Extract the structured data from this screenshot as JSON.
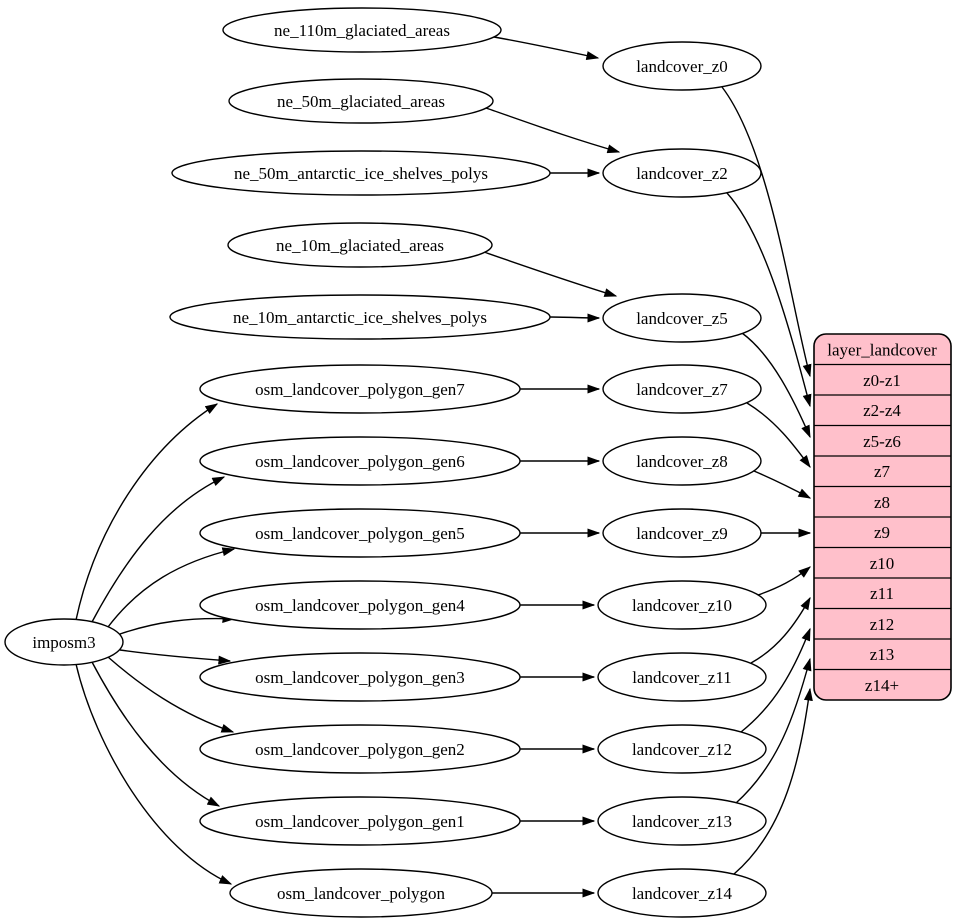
{
  "nodes": {
    "imposm3": "imposm3",
    "ne_110m_glaciated_areas": "ne_110m_glaciated_areas",
    "ne_50m_glaciated_areas": "ne_50m_glaciated_areas",
    "ne_50m_antarctic_ice_shelves_polys": "ne_50m_antarctic_ice_shelves_polys",
    "ne_10m_glaciated_areas": "ne_10m_glaciated_areas",
    "ne_10m_antarctic_ice_shelves_polys": "ne_10m_antarctic_ice_shelves_polys",
    "osm_landcover_polygon_gen7": "osm_landcover_polygon_gen7",
    "osm_landcover_polygon_gen6": "osm_landcover_polygon_gen6",
    "osm_landcover_polygon_gen5": "osm_landcover_polygon_gen5",
    "osm_landcover_polygon_gen4": "osm_landcover_polygon_gen4",
    "osm_landcover_polygon_gen3": "osm_landcover_polygon_gen3",
    "osm_landcover_polygon_gen2": "osm_landcover_polygon_gen2",
    "osm_landcover_polygon_gen1": "osm_landcover_polygon_gen1",
    "osm_landcover_polygon": "osm_landcover_polygon",
    "landcover_z0": "landcover_z0",
    "landcover_z2": "landcover_z2",
    "landcover_z5": "landcover_z5",
    "landcover_z7": "landcover_z7",
    "landcover_z8": "landcover_z8",
    "landcover_z9": "landcover_z9",
    "landcover_z10": "landcover_z10",
    "landcover_z11": "landcover_z11",
    "landcover_z12": "landcover_z12",
    "landcover_z13": "landcover_z13",
    "landcover_z14": "landcover_z14"
  },
  "table": {
    "title": "layer_landcover",
    "rows": [
      "z0-z1",
      "z2-z4",
      "z5-z6",
      "z7",
      "z8",
      "z9",
      "z10",
      "z11",
      "z12",
      "z13",
      "z14+"
    ]
  },
  "edges": [
    {
      "from": "ne_110m_glaciated_areas",
      "to": "landcover_z0"
    },
    {
      "from": "ne_50m_glaciated_areas",
      "to": "landcover_z2"
    },
    {
      "from": "ne_50m_antarctic_ice_shelves_polys",
      "to": "landcover_z2"
    },
    {
      "from": "ne_10m_glaciated_areas",
      "to": "landcover_z5"
    },
    {
      "from": "ne_10m_antarctic_ice_shelves_polys",
      "to": "landcover_z5"
    },
    {
      "from": "imposm3",
      "to": "osm_landcover_polygon_gen7"
    },
    {
      "from": "imposm3",
      "to": "osm_landcover_polygon_gen6"
    },
    {
      "from": "imposm3",
      "to": "osm_landcover_polygon_gen5"
    },
    {
      "from": "imposm3",
      "to": "osm_landcover_polygon_gen4"
    },
    {
      "from": "imposm3",
      "to": "osm_landcover_polygon_gen3"
    },
    {
      "from": "imposm3",
      "to": "osm_landcover_polygon_gen2"
    },
    {
      "from": "imposm3",
      "to": "osm_landcover_polygon_gen1"
    },
    {
      "from": "imposm3",
      "to": "osm_landcover_polygon"
    },
    {
      "from": "osm_landcover_polygon_gen7",
      "to": "landcover_z7"
    },
    {
      "from": "osm_landcover_polygon_gen6",
      "to": "landcover_z8"
    },
    {
      "from": "osm_landcover_polygon_gen5",
      "to": "landcover_z9"
    },
    {
      "from": "osm_landcover_polygon_gen4",
      "to": "landcover_z10"
    },
    {
      "from": "osm_landcover_polygon_gen3",
      "to": "landcover_z11"
    },
    {
      "from": "osm_landcover_polygon_gen2",
      "to": "landcover_z12"
    },
    {
      "from": "osm_landcover_polygon_gen1",
      "to": "landcover_z13"
    },
    {
      "from": "osm_landcover_polygon",
      "to": "landcover_z14"
    },
    {
      "from": "landcover_z0",
      "to": "layer_landcover.z0-z1"
    },
    {
      "from": "landcover_z2",
      "to": "layer_landcover.z2-z4"
    },
    {
      "from": "landcover_z5",
      "to": "layer_landcover.z5-z6"
    },
    {
      "from": "landcover_z7",
      "to": "layer_landcover.z7"
    },
    {
      "from": "landcover_z8",
      "to": "layer_landcover.z8"
    },
    {
      "from": "landcover_z9",
      "to": "layer_landcover.z9"
    },
    {
      "from": "landcover_z10",
      "to": "layer_landcover.z10"
    },
    {
      "from": "landcover_z11",
      "to": "layer_landcover.z11"
    },
    {
      "from": "landcover_z12",
      "to": "layer_landcover.z12"
    },
    {
      "from": "landcover_z13",
      "to": "layer_landcover.z13"
    },
    {
      "from": "landcover_z14",
      "to": "layer_landcover.z14+"
    }
  ],
  "colors": {
    "table_fill": "#ffc0cb",
    "node_fill": "#ffffff",
    "edge_color": "#000000"
  }
}
